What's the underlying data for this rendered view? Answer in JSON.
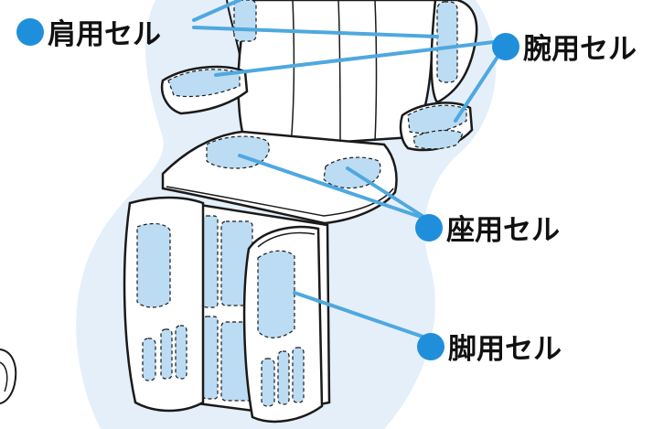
{
  "colors": {
    "background_blob": "#e4effa",
    "cell_fill": "#bcdcf3",
    "leader_line": "#4fa8df",
    "dot": "#1f8fdc",
    "outline": "#1a1a1a",
    "chair_fill": "#ffffff"
  },
  "labels": {
    "shoulder": "肩用セル",
    "arm": "腕用セル",
    "seat": "座用セル",
    "leg": "脚用セル"
  }
}
